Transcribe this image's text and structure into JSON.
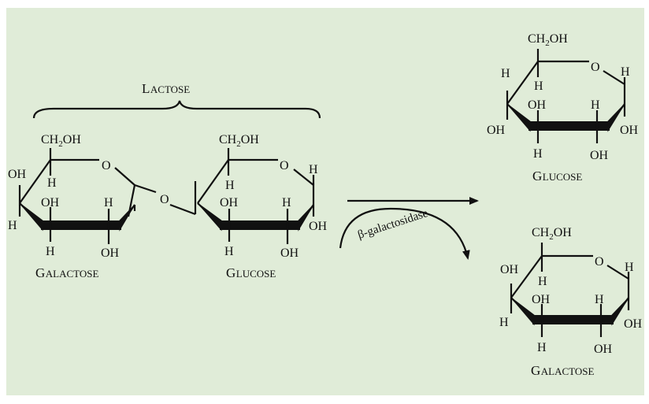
{
  "labels": {
    "lactose_first": "L",
    "lactose_rest": "ACTOSE",
    "galactose_first": "G",
    "galactose_rest": "ALACTOSE",
    "glucose_first": "G",
    "glucose_rest": "LUCOSE",
    "enzyme_prefix": "β",
    "enzyme_rest": "-galactosidase"
  },
  "atoms": {
    "ch2oh_main": "CH",
    "ch2oh_sub": "2",
    "ch2oh_tail": "OH",
    "oh": "OH",
    "h": "H",
    "o": "O"
  },
  "colors": {
    "background": "#e0ecd8",
    "ink": "#111111"
  }
}
